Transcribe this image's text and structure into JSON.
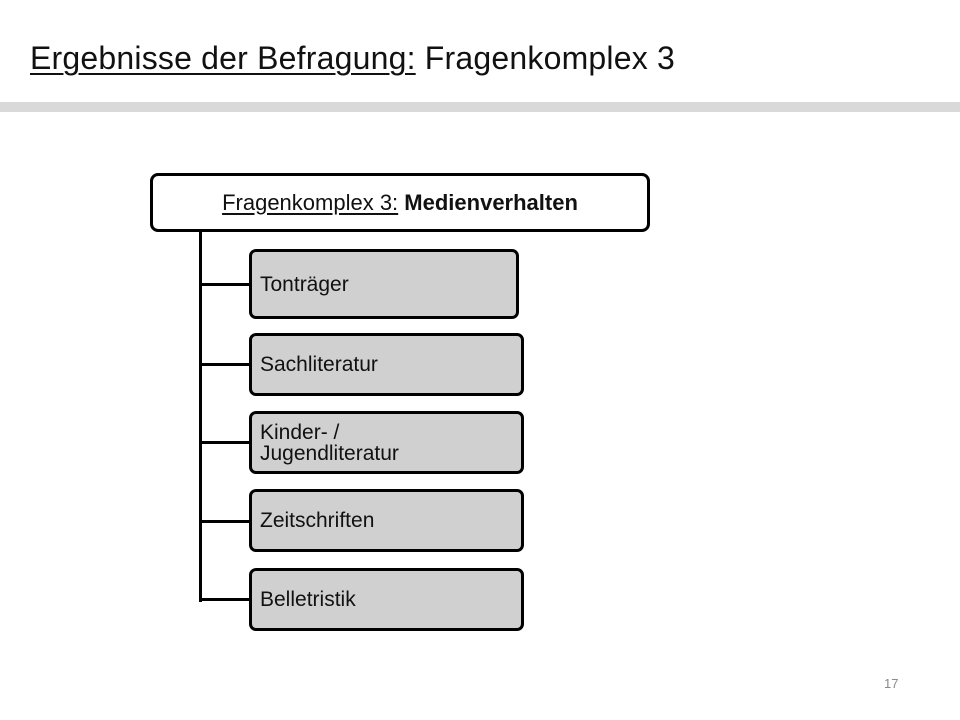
{
  "slide": {
    "title_underlined": "Ergebnisse der Befragung:",
    "title_rest": " Fragenkomplex 3",
    "page_number": "17"
  },
  "diagram": {
    "parent": {
      "label_underlined": "Fragenkomplex 3:",
      "label_bold": "Medienverhalten"
    },
    "children": [
      {
        "label": "Tonträger"
      },
      {
        "label": "Sachliteratur"
      },
      {
        "label": "Kinder- / Jugendliteratur"
      },
      {
        "label": "Zeitschriften"
      },
      {
        "label": "Belletristik"
      }
    ]
  },
  "colors": {
    "child_fill": "#d0d0d0",
    "border": "#000000",
    "rule": "#d9d9d9"
  }
}
